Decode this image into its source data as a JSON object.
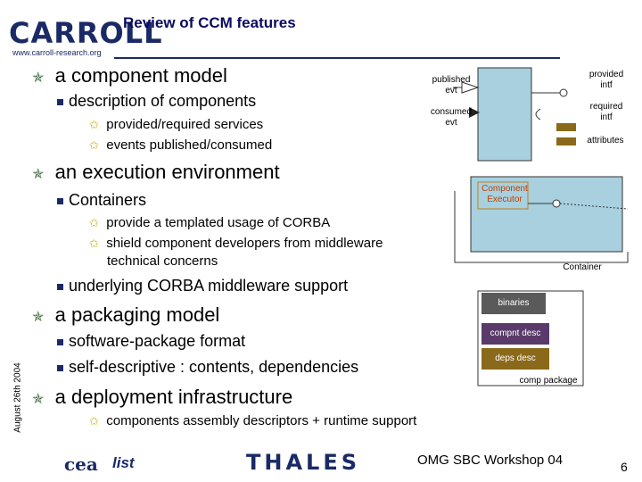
{
  "logo": {
    "word": "CARROLL",
    "url": "www.carroll-research.org"
  },
  "title": "Review of CCM features",
  "items": [
    {
      "level": 1,
      "text": "a component model"
    },
    {
      "level": 2,
      "text": "description of components"
    },
    {
      "level": 3,
      "text": "provided/required services"
    },
    {
      "level": 3,
      "text": "events published/consumed"
    },
    {
      "level": 1,
      "text": "an execution environment"
    },
    {
      "level": 2,
      "text": "Containers"
    },
    {
      "level": 3,
      "text": "provide a templated usage of CORBA"
    },
    {
      "level": 3,
      "text": "shield component developers from middleware"
    },
    {
      "level": 0,
      "text": "technical concerns"
    },
    {
      "level": 2,
      "text": "underlying CORBA middleware support"
    },
    {
      "level": 1,
      "text": "a packaging model"
    },
    {
      "level": 2,
      "text": "software-package format"
    },
    {
      "level": 2,
      "text": "self-descriptive : contents, dependencies"
    },
    {
      "level": 1,
      "text": "a deployment infrastructure"
    },
    {
      "level": 3,
      "text": "components assembly descriptors + runtime support"
    }
  ],
  "diagram1": {
    "published_evt": "published\nevt",
    "consumed_evt": "consumed\nevt",
    "provided_intf": "provided\nintf",
    "required_intf": "required\nintf",
    "attributes": "attributes"
  },
  "diagram2": {
    "executor": "Component\nExecutor",
    "container": "Container"
  },
  "diagram3": {
    "binaries": "binaries",
    "compnt_desc": "compnt desc",
    "deps_desc": "deps desc",
    "comp_package": "comp package"
  },
  "logos": {
    "cea": "cea",
    "list": "list",
    "thales": "THALES"
  },
  "side_date": "August 26th 2004",
  "footer": "OMG SBC Workshop 04",
  "page_number": "6",
  "colors": {
    "box_fill": "#a8d0df",
    "navy": "#1a2a66",
    "pkg_dark": "#5a3a6a",
    "pkg_brown": "#8a6a1a"
  }
}
